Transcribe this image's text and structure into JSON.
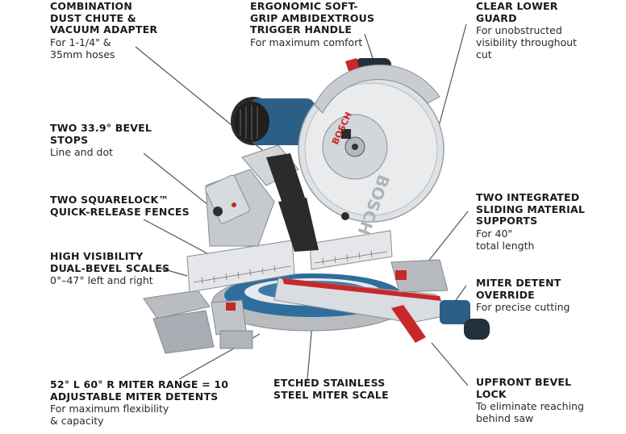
{
  "callouts": {
    "dust_chute": {
      "title": "COMBINATION\nDUST CHUTE &\nVACUUM ADAPTER",
      "desc": "For 1-1/4\" &\n35mm hoses"
    },
    "trigger": {
      "title": "ERGONOMIC SOFT-\nGRIP AMBIDEXTROUS\nTRIGGER HANDLE",
      "desc": "For maximum comfort"
    },
    "guard": {
      "title": "CLEAR LOWER\nGUARD",
      "desc": "For unobstructed\nvisibility throughout\ncut"
    },
    "bevel_stops": {
      "title": "TWO 33.9° BEVEL\nSTOPS",
      "desc": "Line and dot"
    },
    "fences": {
      "title": "TWO SQUARELOCK™\nQUICK-RELEASE FENCES",
      "desc": ""
    },
    "material_supports": {
      "title": "TWO INTEGRATED\nSLIDING MATERIAL\nSUPPORTS",
      "desc": "For 40\"\ntotal length"
    },
    "bevel_scales": {
      "title": "HIGH VISIBILITY\nDUAL-BEVEL SCALES",
      "desc": "0°–47° left and right"
    },
    "detent_override": {
      "title": "MITER DETENT\nOVERRIDE",
      "desc": "For precise cutting"
    },
    "miter_range": {
      "title": "52° L 60° R MITER RANGE = 10\nADJUSTABLE MITER DETENTS",
      "desc": "For maximum flexibility\n& capacity"
    },
    "miter_scale": {
      "title": "ETCHED STAINLESS\nSTEEL MITER SCALE",
      "desc": ""
    },
    "bevel_lock": {
      "title": "UPFRONT BEVEL\nLOCK",
      "desc": "To eliminate reaching\nbehind saw"
    }
  },
  "product": {
    "brand_mark": "BOSCH",
    "blade_mark": "BOSCH"
  },
  "colors": {
    "tool_blue": "#2c5f86",
    "red_accent": "#c8282a",
    "aluminum": "#c9ccd0",
    "text": "#1a1a1a"
  }
}
